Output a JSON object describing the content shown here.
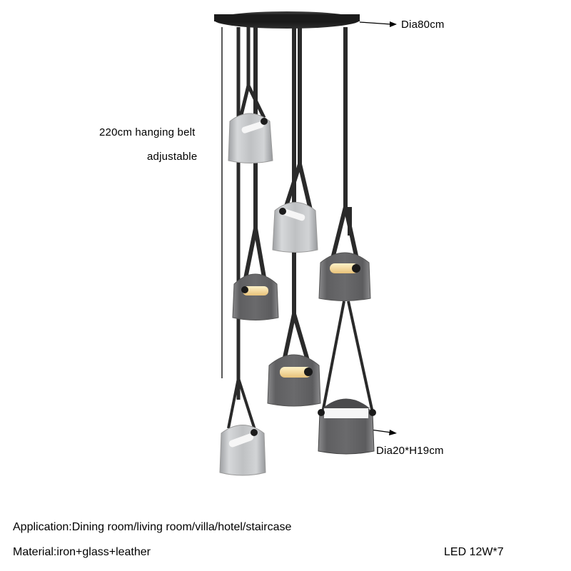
{
  "annotations": {
    "canopy_diameter": "Dia80cm",
    "belt_length_line1": "220cm hanging belt",
    "belt_length_line2": "adjustable",
    "shade_size": "Dia20*H19cm"
  },
  "specs": {
    "application": "Application:Dining room/living room/villa/hotel/staircase",
    "material": "Material:iron+glass+leather",
    "power": "LED 12W*7"
  },
  "product": {
    "pendant_count": 7,
    "colors": {
      "canopy": "#1e1e1e",
      "belt": "#2b2b2b",
      "smoke_glass": "#6d6d6f",
      "clear_glass": "#c4c6c8",
      "led_warm": "#f3d79a",
      "led_white": "#f4f4f4"
    }
  }
}
